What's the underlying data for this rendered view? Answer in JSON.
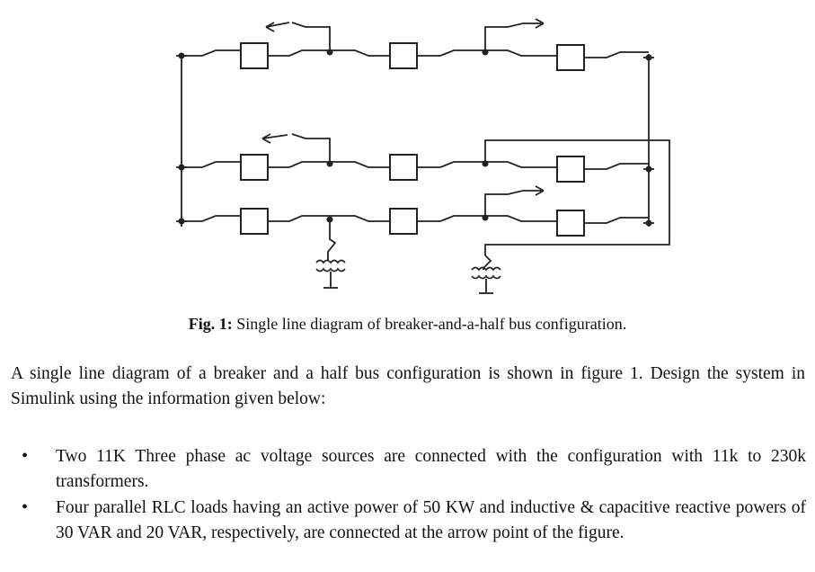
{
  "figure": {
    "caption_label": "Fig. 1:",
    "caption_text": " Single line diagram of breaker-and-a-half bus configuration."
  },
  "paragraph": "A single line diagram of a breaker and a half bus configuration is shown in figure 1. Design the system in Simulink using the information given below:",
  "bullets": [
    "Two 11K Three phase ac voltage sources are connected with the configuration with 11k to 230k transformers.",
    "Four parallel RLC loads having an active power of 50 KW and inductive & capacitive reactive powers of 30 VAR and 20 VAR, respectively, are connected at the arrow point of the figure."
  ],
  "bullet_symbol": "•"
}
